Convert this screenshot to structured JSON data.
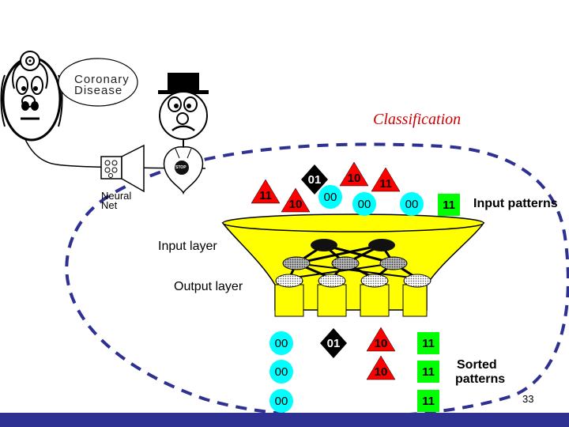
{
  "slide": {
    "bubble_text": [
      "Coronary",
      "Disease"
    ],
    "neural_net_label": [
      "Neural",
      "Net"
    ],
    "stop_sign_text": "STOP",
    "title": "Classification",
    "input_patterns_label": "Input patterns",
    "input_layer_label": "Input layer",
    "output_layer_label": "Output layer",
    "sorted_patterns_label": [
      "Sorted",
      "patterns"
    ],
    "page_number": "33"
  },
  "input_patterns": [
    {
      "shape": "triangle",
      "code": "11"
    },
    {
      "shape": "triangle",
      "code": "10"
    },
    {
      "shape": "diamond",
      "code": "01"
    },
    {
      "shape": "circle",
      "code": "00"
    },
    {
      "shape": "triangle",
      "code": "10"
    },
    {
      "shape": "circle",
      "code": "00"
    },
    {
      "shape": "triangle",
      "code": "11"
    },
    {
      "shape": "circle",
      "code": "00"
    },
    {
      "shape": "square",
      "code": "11"
    }
  ],
  "sorted_patterns": {
    "col_00": [
      "00",
      "00",
      "00"
    ],
    "col_01": [
      "01"
    ],
    "col_10": [
      "10",
      "10"
    ],
    "col_11": [
      "11",
      "11",
      "11"
    ]
  },
  "colors": {
    "triangle": "#ff0000",
    "circle": "#00ffff",
    "square": "#00ff00",
    "diamond": "#000000",
    "funnel": "#ffff00",
    "boundary": "#2e3092",
    "title": "#cc0000"
  }
}
